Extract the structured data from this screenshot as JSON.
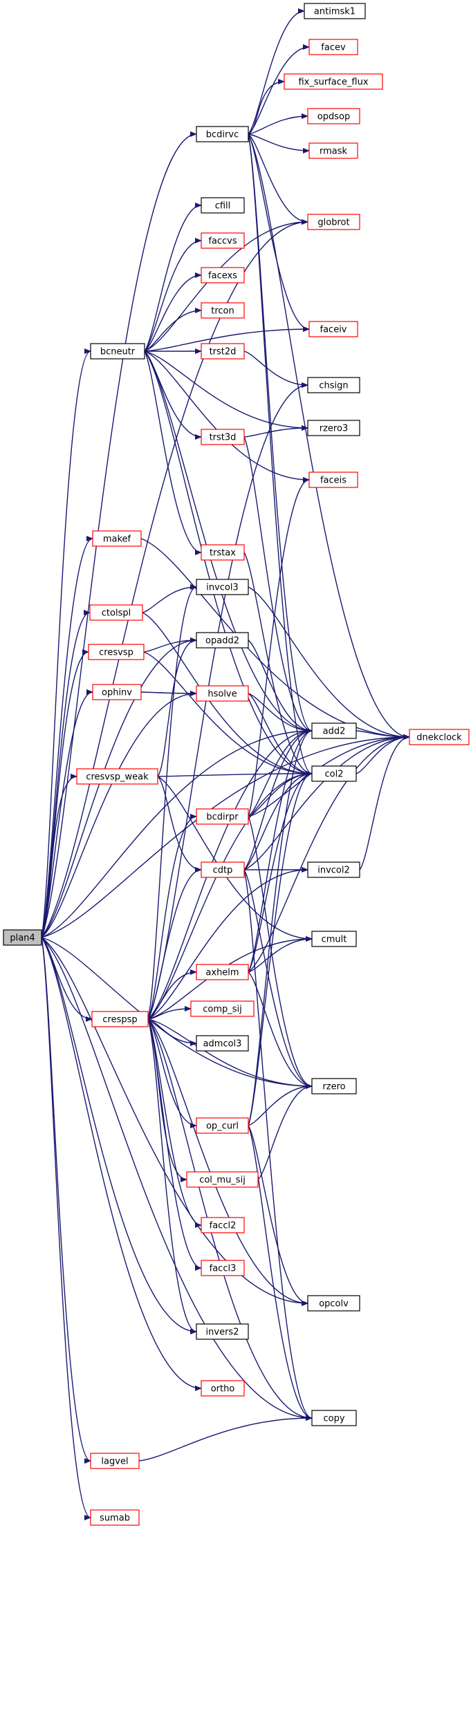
{
  "colors": {
    "edge": "#191970",
    "border_normal": "#000000",
    "border_linked": "#ff0000",
    "fill_root": "#bfbfbf",
    "fill_normal": "#ffffff"
  },
  "nodes": [
    {
      "id": "plan4",
      "label": "plan4",
      "style": "root"
    },
    {
      "id": "antimsk1",
      "label": "antimsk1",
      "style": "normal"
    },
    {
      "id": "facev",
      "label": "facev",
      "style": "linked"
    },
    {
      "id": "fix_surface_flux",
      "label": "fix_surface_flux",
      "style": "linked"
    },
    {
      "id": "bcdirvc",
      "label": "bcdirvc",
      "style": "normal"
    },
    {
      "id": "opdsop",
      "label": "opdsop",
      "style": "linked"
    },
    {
      "id": "rmask",
      "label": "rmask",
      "style": "linked"
    },
    {
      "id": "cfill",
      "label": "cfill",
      "style": "normal"
    },
    {
      "id": "globrot",
      "label": "globrot",
      "style": "linked"
    },
    {
      "id": "faccvs",
      "label": "faccvs",
      "style": "linked"
    },
    {
      "id": "facexs",
      "label": "facexs",
      "style": "linked"
    },
    {
      "id": "trcon",
      "label": "trcon",
      "style": "linked"
    },
    {
      "id": "faceiv",
      "label": "faceiv",
      "style": "linked"
    },
    {
      "id": "bcneutr",
      "label": "bcneutr",
      "style": "normal"
    },
    {
      "id": "trst2d",
      "label": "trst2d",
      "style": "linked"
    },
    {
      "id": "chsign",
      "label": "chsign",
      "style": "normal"
    },
    {
      "id": "rzero3",
      "label": "rzero3",
      "style": "normal"
    },
    {
      "id": "trst3d",
      "label": "trst3d",
      "style": "linked"
    },
    {
      "id": "faceis",
      "label": "faceis",
      "style": "linked"
    },
    {
      "id": "makef",
      "label": "makef",
      "style": "linked"
    },
    {
      "id": "trstax",
      "label": "trstax",
      "style": "linked"
    },
    {
      "id": "invcol3",
      "label": "invcol3",
      "style": "normal"
    },
    {
      "id": "ctolspl",
      "label": "ctolspl",
      "style": "linked"
    },
    {
      "id": "opadd2",
      "label": "opadd2",
      "style": "normal"
    },
    {
      "id": "cresvsp",
      "label": "cresvsp",
      "style": "linked"
    },
    {
      "id": "ophinv",
      "label": "ophinv",
      "style": "linked"
    },
    {
      "id": "hsolve",
      "label": "hsolve",
      "style": "linked"
    },
    {
      "id": "add2",
      "label": "add2",
      "style": "normal"
    },
    {
      "id": "dnekclock",
      "label": "dnekclock",
      "style": "linked"
    },
    {
      "id": "col2",
      "label": "col2",
      "style": "normal"
    },
    {
      "id": "cresvsp_weak",
      "label": "cresvsp_weak",
      "style": "linked"
    },
    {
      "id": "bcdirpr",
      "label": "bcdirpr",
      "style": "linked"
    },
    {
      "id": "cdtp",
      "label": "cdtp",
      "style": "linked"
    },
    {
      "id": "invcol2",
      "label": "invcol2",
      "style": "normal"
    },
    {
      "id": "cmult",
      "label": "cmult",
      "style": "normal"
    },
    {
      "id": "axhelm",
      "label": "axhelm",
      "style": "linked"
    },
    {
      "id": "comp_sij",
      "label": "comp_sij",
      "style": "linked"
    },
    {
      "id": "crespsp",
      "label": "crespsp",
      "style": "linked"
    },
    {
      "id": "admcol3",
      "label": "admcol3",
      "style": "normal"
    },
    {
      "id": "rzero",
      "label": "rzero",
      "style": "normal"
    },
    {
      "id": "op_curl",
      "label": "op_curl",
      "style": "linked"
    },
    {
      "id": "col_mu_sij",
      "label": "col_mu_sij",
      "style": "linked"
    },
    {
      "id": "faccl2",
      "label": "faccl2",
      "style": "linked"
    },
    {
      "id": "faccl3",
      "label": "faccl3",
      "style": "linked"
    },
    {
      "id": "opcolv",
      "label": "opcolv",
      "style": "normal"
    },
    {
      "id": "invers2",
      "label": "invers2",
      "style": "normal"
    },
    {
      "id": "ortho",
      "label": "ortho",
      "style": "linked"
    },
    {
      "id": "copy",
      "label": "copy",
      "style": "normal"
    },
    {
      "id": "lagvel",
      "label": "lagvel",
      "style": "linked"
    },
    {
      "id": "sumab",
      "label": "sumab",
      "style": "linked"
    }
  ],
  "edges": [
    [
      "plan4",
      "bcdirvc"
    ],
    [
      "plan4",
      "bcneutr"
    ],
    [
      "plan4",
      "makef"
    ],
    [
      "plan4",
      "ctolspl"
    ],
    [
      "plan4",
      "cresvsp"
    ],
    [
      "plan4",
      "ophinv"
    ],
    [
      "plan4",
      "cresvsp_weak"
    ],
    [
      "plan4",
      "crespsp"
    ],
    [
      "plan4",
      "lagvel"
    ],
    [
      "plan4",
      "sumab"
    ],
    [
      "plan4",
      "add2"
    ],
    [
      "plan4",
      "opadd2"
    ],
    [
      "plan4",
      "hsolve"
    ],
    [
      "plan4",
      "invers2"
    ],
    [
      "plan4",
      "ortho"
    ],
    [
      "plan4",
      "copy"
    ],
    [
      "plan4",
      "rzero"
    ],
    [
      "plan4",
      "opcolv"
    ],
    [
      "plan4",
      "dnekclock"
    ],
    [
      "plan4",
      "globrot"
    ],
    [
      "bcdirvc",
      "antimsk1"
    ],
    [
      "bcdirvc",
      "facev"
    ],
    [
      "bcdirvc",
      "fix_surface_flux"
    ],
    [
      "bcdirvc",
      "opdsop"
    ],
    [
      "bcdirvc",
      "rmask"
    ],
    [
      "bcdirvc",
      "globrot"
    ],
    [
      "bcdirvc",
      "faceiv"
    ],
    [
      "bcdirvc",
      "add2"
    ],
    [
      "bcdirvc",
      "col2"
    ],
    [
      "bcdirvc",
      "dnekclock"
    ],
    [
      "bcneutr",
      "cfill"
    ],
    [
      "bcneutr",
      "faccvs"
    ],
    [
      "bcneutr",
      "facexs"
    ],
    [
      "bcneutr",
      "trcon"
    ],
    [
      "bcneutr",
      "globrot"
    ],
    [
      "bcneutr",
      "faceiv"
    ],
    [
      "bcneutr",
      "trst2d"
    ],
    [
      "bcneutr",
      "trst3d"
    ],
    [
      "bcneutr",
      "rzero3"
    ],
    [
      "bcneutr",
      "faceis"
    ],
    [
      "bcneutr",
      "trstax"
    ],
    [
      "bcneutr",
      "add2"
    ],
    [
      "bcneutr",
      "col2"
    ],
    [
      "trst2d",
      "chsign"
    ],
    [
      "trst3d",
      "rzero3"
    ],
    [
      "trst3d",
      "add2"
    ],
    [
      "trstax",
      "col2"
    ],
    [
      "makef",
      "dnekclock"
    ],
    [
      "ctolspl",
      "invcol3"
    ],
    [
      "ctolspl",
      "col2"
    ],
    [
      "invcol3",
      "dnekclock"
    ],
    [
      "cresvsp",
      "opadd2"
    ],
    [
      "cresvsp",
      "col2"
    ],
    [
      "opadd2",
      "add2"
    ],
    [
      "ophinv",
      "hsolve"
    ],
    [
      "hsolve",
      "add2"
    ],
    [
      "hsolve",
      "col2"
    ],
    [
      "add2",
      "dnekclock"
    ],
    [
      "col2",
      "dnekclock"
    ],
    [
      "cresvsp_weak",
      "opadd2"
    ],
    [
      "cresvsp_weak",
      "col2"
    ],
    [
      "cresvsp_weak",
      "cdtp"
    ],
    [
      "cresvsp_weak",
      "cmult"
    ],
    [
      "bcdirpr",
      "faceis"
    ],
    [
      "bcdirpr",
      "add2"
    ],
    [
      "bcdirpr",
      "col2"
    ],
    [
      "bcdirpr",
      "rzero"
    ],
    [
      "bcdirpr",
      "dnekclock"
    ],
    [
      "cdtp",
      "add2"
    ],
    [
      "cdtp",
      "col2"
    ],
    [
      "cdtp",
      "invcol2"
    ],
    [
      "cdtp",
      "rzero"
    ],
    [
      "cdtp",
      "copy"
    ],
    [
      "cdtp",
      "dnekclock"
    ],
    [
      "invcol2",
      "dnekclock"
    ],
    [
      "axhelm",
      "add2"
    ],
    [
      "axhelm",
      "col2"
    ],
    [
      "axhelm",
      "cmult"
    ],
    [
      "axhelm",
      "rzero"
    ],
    [
      "axhelm",
      "dnekclock"
    ],
    [
      "crespsp",
      "chsign"
    ],
    [
      "crespsp",
      "invcol3"
    ],
    [
      "crespsp",
      "bcdirpr"
    ],
    [
      "crespsp",
      "cdtp"
    ],
    [
      "crespsp",
      "invcol2"
    ],
    [
      "crespsp",
      "cmult"
    ],
    [
      "crespsp",
      "axhelm"
    ],
    [
      "crespsp",
      "comp_sij"
    ],
    [
      "crespsp",
      "admcol3"
    ],
    [
      "crespsp",
      "rzero"
    ],
    [
      "crespsp",
      "op_curl"
    ],
    [
      "crespsp",
      "col_mu_sij"
    ],
    [
      "crespsp",
      "faccl2"
    ],
    [
      "crespsp",
      "faccl3"
    ],
    [
      "crespsp",
      "opcolv"
    ],
    [
      "crespsp",
      "invers2"
    ],
    [
      "crespsp",
      "add2"
    ],
    [
      "crespsp",
      "col2"
    ],
    [
      "crespsp",
      "copy"
    ],
    [
      "op_curl",
      "add2"
    ],
    [
      "op_curl",
      "col2"
    ],
    [
      "op_curl",
      "rzero"
    ],
    [
      "op_curl",
      "opcolv"
    ],
    [
      "op_curl",
      "copy"
    ],
    [
      "col_mu_sij",
      "rzero"
    ],
    [
      "lagvel",
      "copy"
    ]
  ]
}
